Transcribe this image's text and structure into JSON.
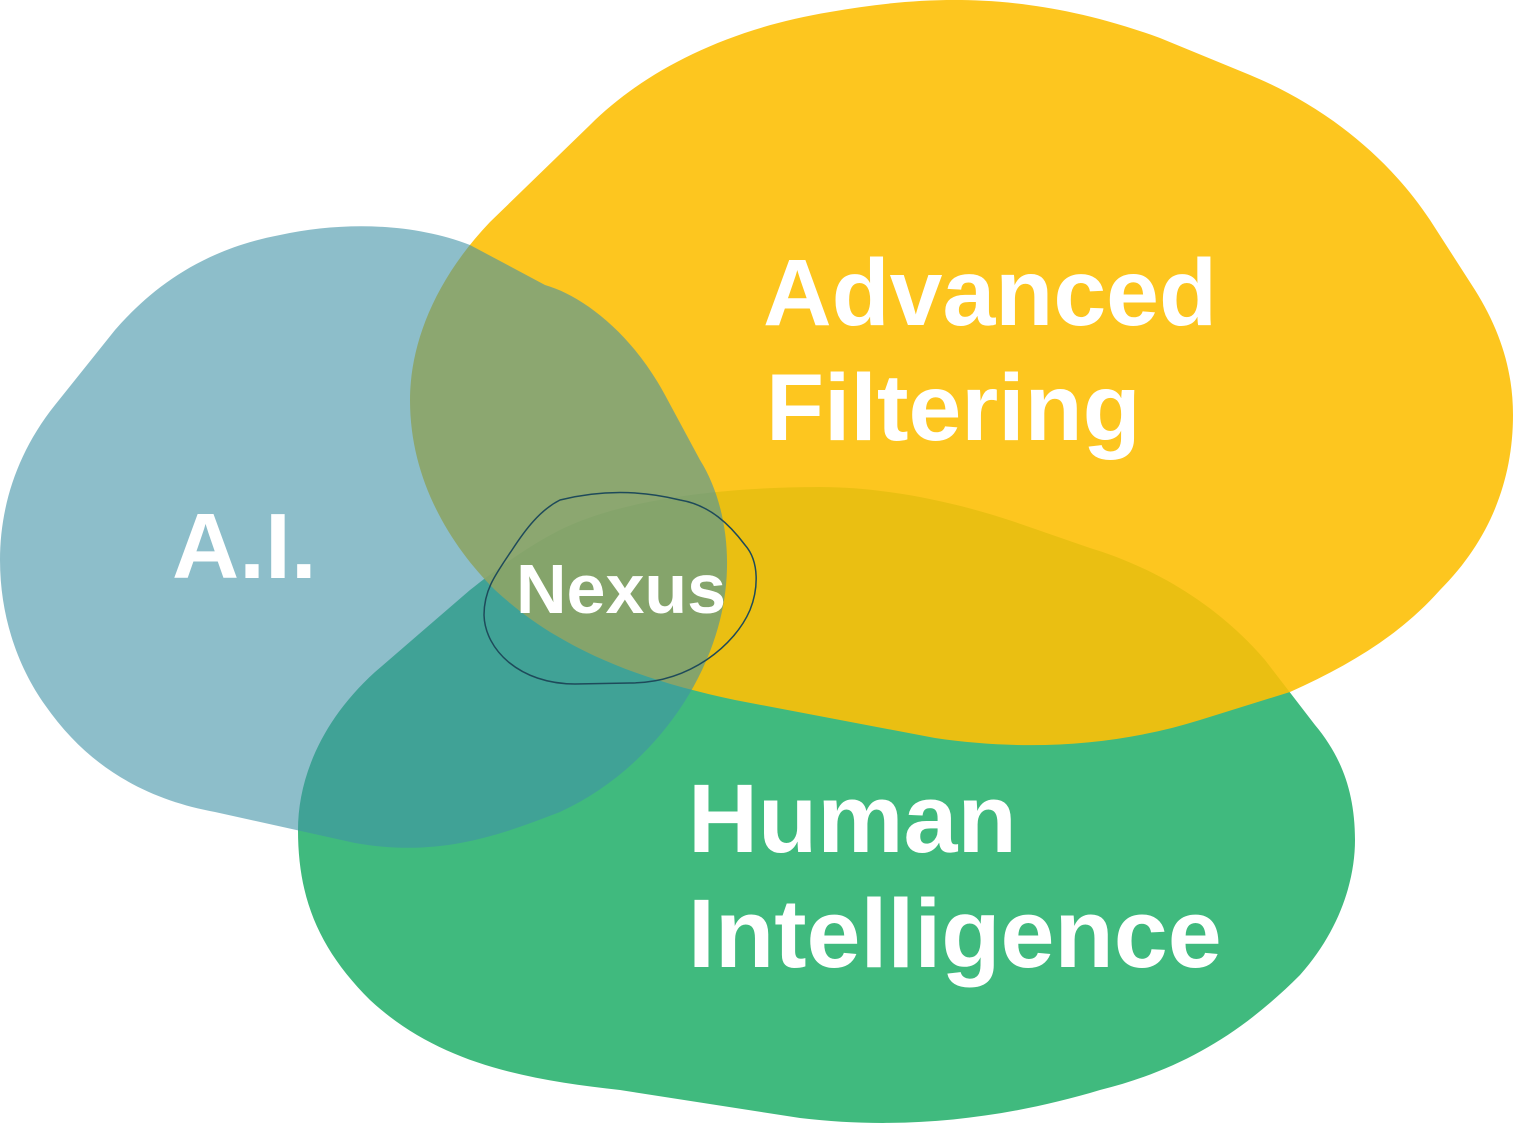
{
  "diagram": {
    "type": "venn",
    "sets": [
      {
        "id": "advanced-filtering",
        "lines": [
          "Advanced",
          "Filtering"
        ],
        "color": "#FDC620"
      },
      {
        "id": "ai",
        "lines": [
          "A.I."
        ],
        "color": "#8DBECA"
      },
      {
        "id": "human-intelligence",
        "lines": [
          "Human",
          "Intelligence"
        ],
        "color": "#40BA7E"
      }
    ],
    "center": {
      "label": "Nexus",
      "outline_color": "#1E4A5A"
    }
  }
}
